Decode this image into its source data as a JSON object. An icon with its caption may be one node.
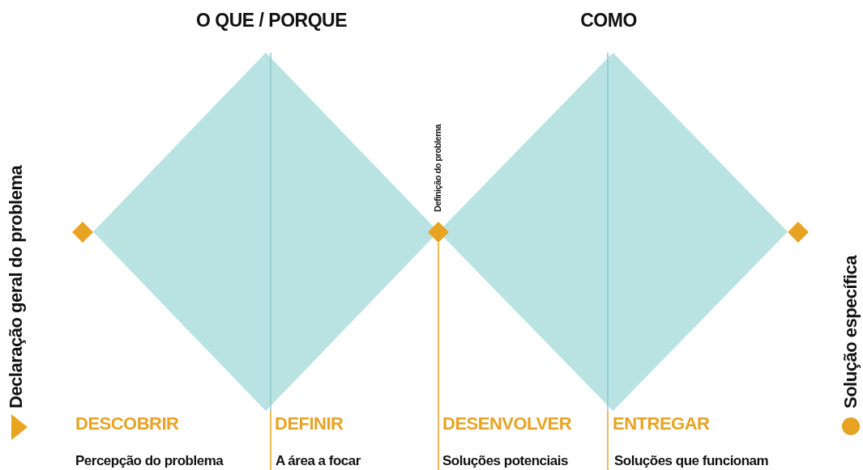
{
  "diagram": {
    "nodes": [
      {
        "text": [],
        "shape": "diamond"
      },
      {
        "text": [],
        "shape": "diamond"
      },
      {
        "text": [],
        "shape": "diamond"
      },
      {
        "text": [],
        "shape": "diamond"
      },
      {
        "text": [],
        "shape": "diamond"
      }
    ],
    "labels": [
      "O QUE / PORQUE",
      "COMO",
      "Definição do problema",
      "Declaração geral do problema",
      "DESCOBRIR",
      "Percepção do problema",
      "DEFINIR",
      "A área a focar",
      "DESENVOLVER",
      "Soluções potenciais",
      "ENTREGAR",
      "Soluções que funcionam",
      "Solução específica"
    ]
  }
}
